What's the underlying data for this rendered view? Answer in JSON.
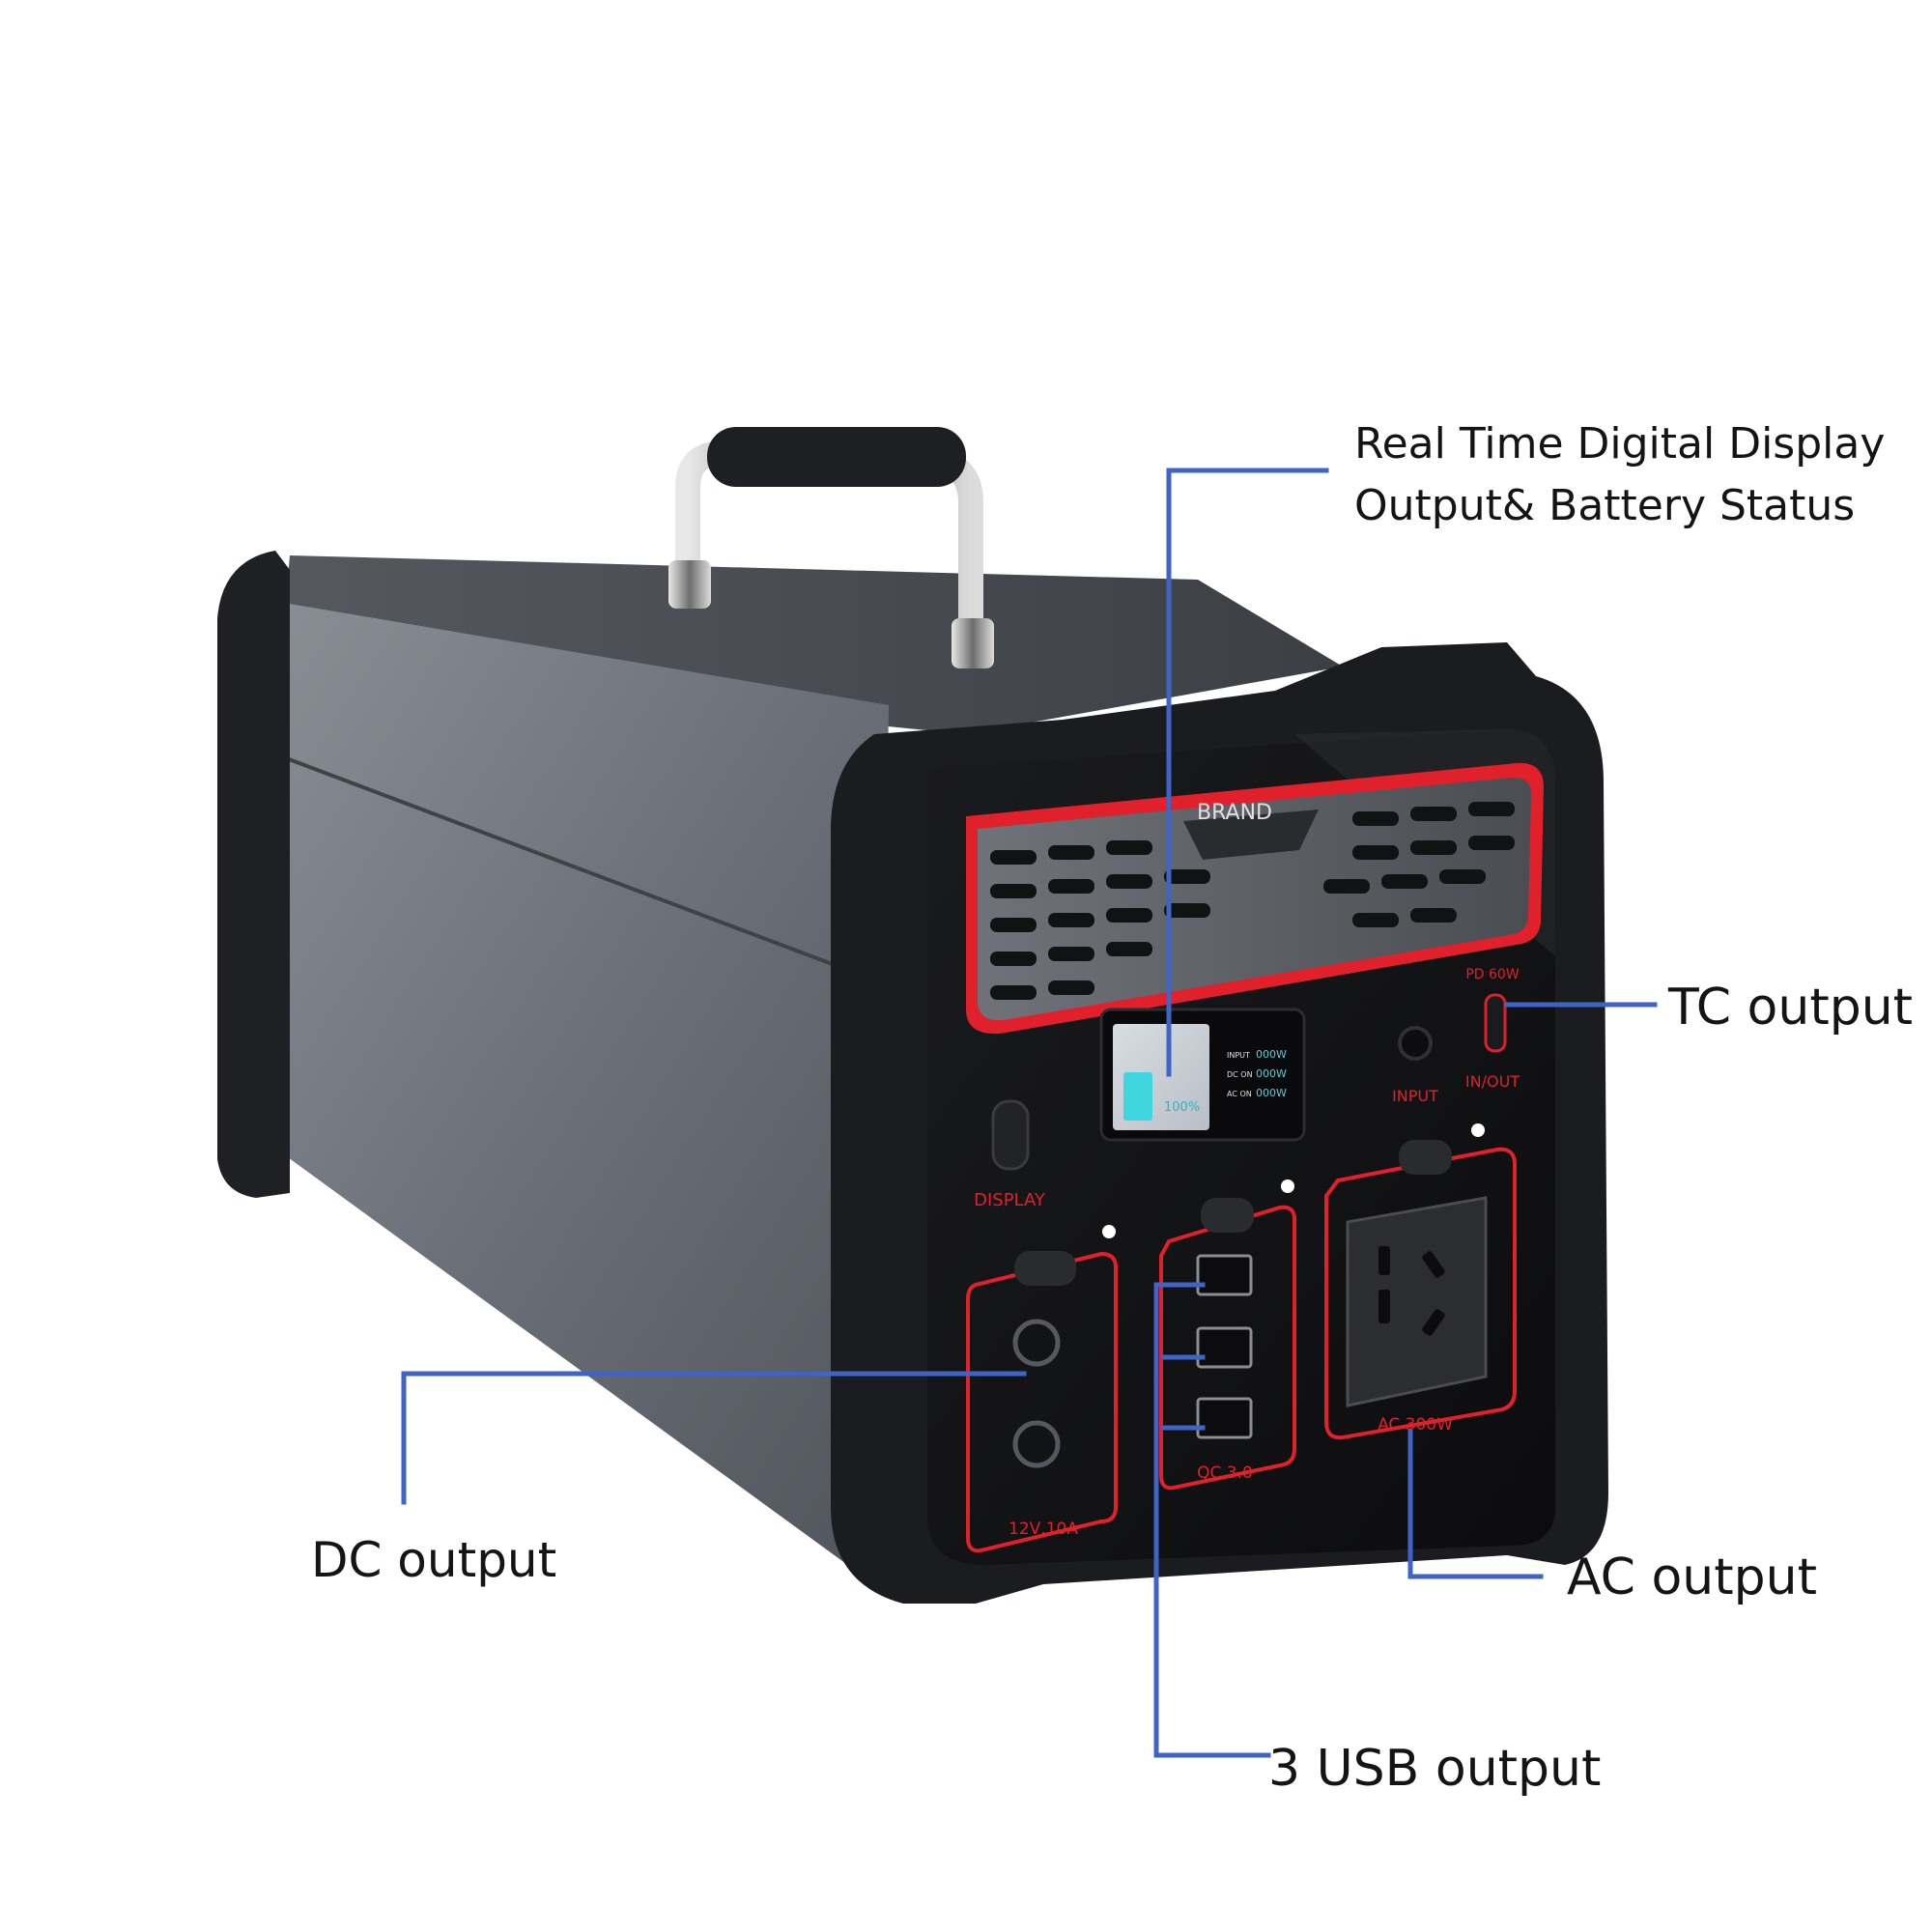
{
  "callouts": {
    "display_line1": "Real Time Digital Display",
    "display_line2": "Output& Battery Status",
    "tc": "TC output",
    "dc": "DC output",
    "ac": "AC output",
    "usb": "3 USB output"
  },
  "device": {
    "brand": "BRAND",
    "display_button": "DISPLAY",
    "input_port": "INPUT",
    "pd_rating": "PD 60W",
    "type_c_port": "IN/OUT",
    "dc_rating": "12V,10A",
    "usb_rating": "QC 3.0",
    "ac_rating": "AC 300W",
    "lcd": {
      "battery_percent": "100%",
      "input_label": "INPUT",
      "input_value": "000W",
      "dc_label": "DC ON",
      "dc_value": "000W",
      "ac_label": "AC ON",
      "ac_value": "000W"
    }
  },
  "colors": {
    "leader_line": "#3f63c6",
    "accent_red": "#e0202a",
    "body_gray": "#6e737b",
    "bumper_black": "#1b1c1f",
    "lcd_cyan": "#3fd6e0"
  }
}
